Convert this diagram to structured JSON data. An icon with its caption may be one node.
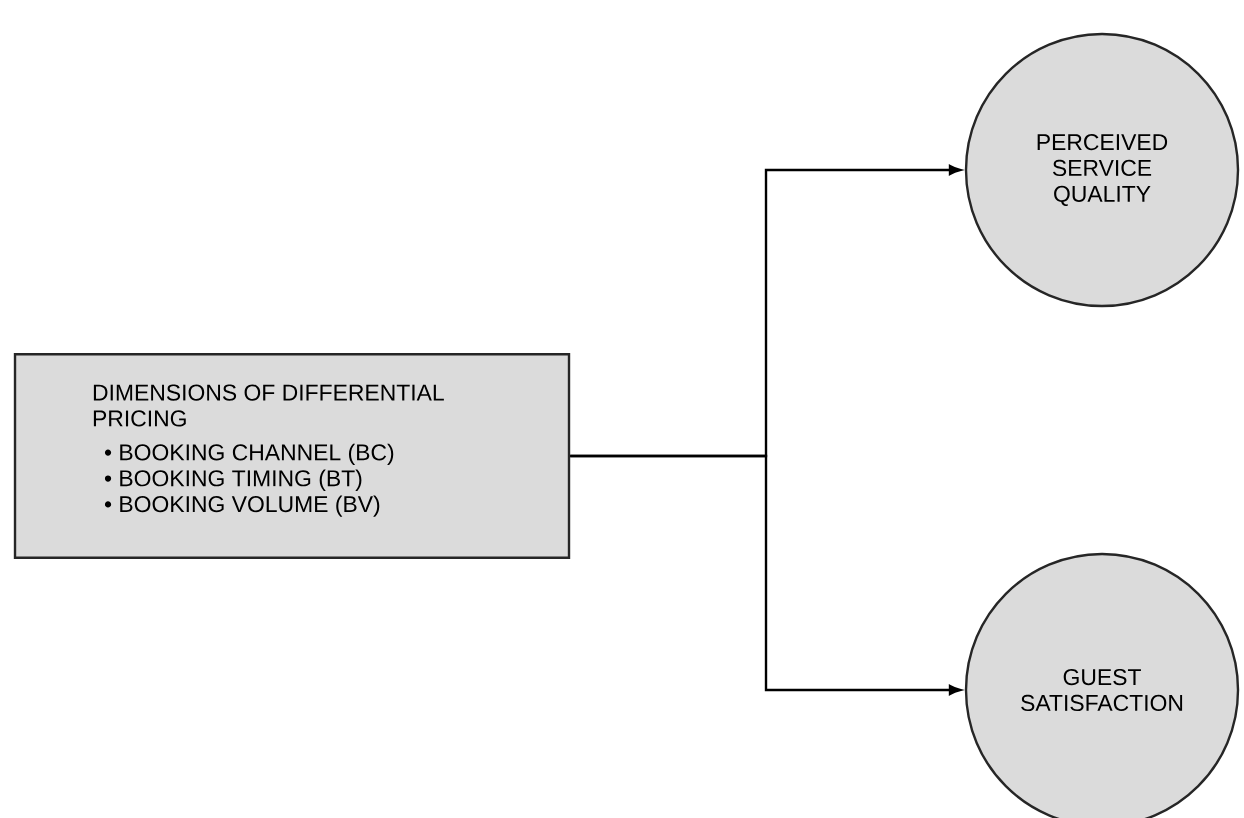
{
  "diagram": {
    "nodes": [
      {
        "text": [
          "DIMENSIONS OF DIFFERENTIAL PRICING",
          "• BOOKING CHANNEL (BC)",
          "• BOOKING TIMING (BT)",
          "• BOOKING VOLUME (BV)"
        ]
      },
      {
        "text": [
          "PERCEIVED SERVICE QUALITY"
        ]
      },
      {
        "text": [
          "GUEST SATISFACTION"
        ]
      }
    ],
    "edges": [
      {
        "from": 0,
        "to": 1,
        "arrow": "to"
      },
      {
        "from": 0,
        "to": 2,
        "arrow": "to"
      }
    ]
  }
}
